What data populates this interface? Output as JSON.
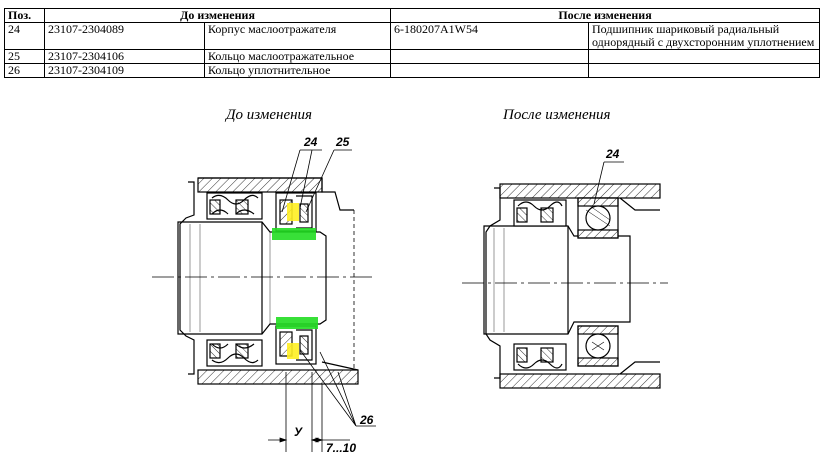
{
  "table": {
    "headers": {
      "pos": "Поз.",
      "before": "До изменения",
      "after": "После изменения"
    },
    "rows": [
      {
        "pos": "24",
        "code": "23107-2304089",
        "name": "Корпус маслоотражателя",
        "new_code": "6-180207A1W54",
        "new_name": "Подшипник шариковый радиальный однорядный с двухсторонним уплотнением"
      },
      {
        "pos": "25",
        "code": "23107-2304106",
        "name": "Кольцо маслоотражательное",
        "new_code": "",
        "new_name": ""
      },
      {
        "pos": "26",
        "code": "23107-2304109",
        "name": "Кольцо уплотнительное",
        "new_code": "",
        "new_name": ""
      }
    ]
  },
  "drawing": {
    "before_caption": "До изменения",
    "after_caption": "После изменения",
    "callouts": {
      "before_24": "24",
      "before_25": "25",
      "before_26": "26",
      "after_24": "24",
      "dim_y": "У",
      "dim_range": "7...10"
    },
    "highlight_colors": {
      "green": "#22dd22",
      "yellow": "#ffee22"
    }
  }
}
